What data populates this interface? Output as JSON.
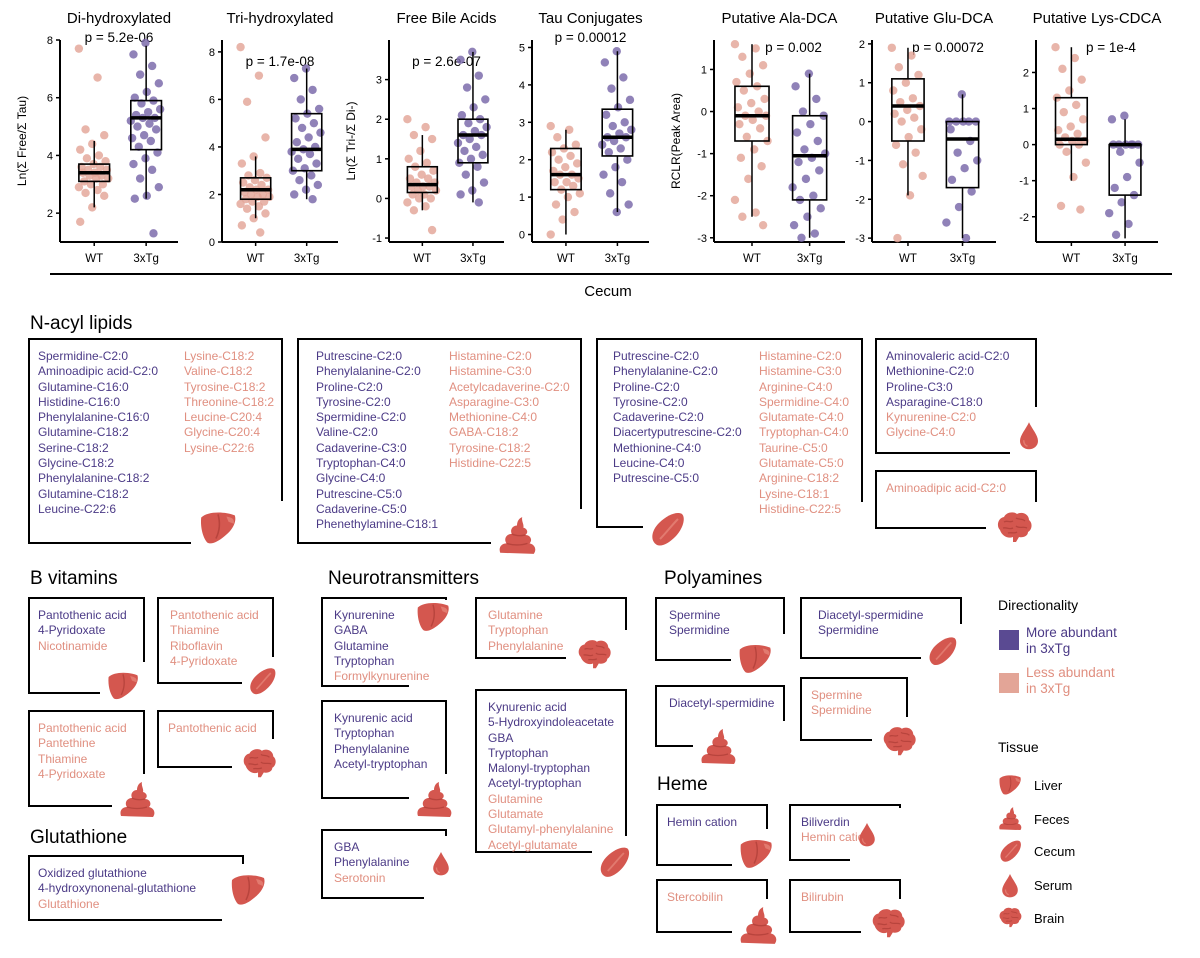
{
  "colors": {
    "more_abundant": "#5a4a92",
    "less_abundant": "#e3a597",
    "wt_point": "#e3a597",
    "tg_point": "#7767a8",
    "icon": "#d4574f"
  },
  "cecum_label": "Cecum",
  "chart_data": [
    {
      "type": "scatter",
      "title": "Di-hydroxylated",
      "pvalue": "p = 5.2e-06",
      "ylabel": "Ln(Σ Free/Σ Tau)",
      "categories": [
        "WT",
        "3xTg"
      ],
      "ylim": [
        1,
        8
      ],
      "yticks": [
        2,
        4,
        6,
        8
      ],
      "box": [
        {
          "q1": 3.1,
          "median": 3.4,
          "q3": 3.7,
          "wlo": 2.2,
          "whi": 4.5
        },
        {
          "q1": 4.2,
          "median": 5.3,
          "q3": 5.9,
          "wlo": 2.5,
          "whi": 7.8
        }
      ],
      "points": [
        [
          7.7,
          6.7,
          4.9,
          4.7,
          4.4,
          4.2,
          4.0,
          3.9,
          3.8,
          3.7,
          3.6,
          3.6,
          3.5,
          3.5,
          3.4,
          3.4,
          3.3,
          3.3,
          3.2,
          3.2,
          3.1,
          3.0,
          3.0,
          2.9,
          2.8,
          2.7,
          2.6,
          2.2,
          1.7
        ],
        [
          7.9,
          7.5,
          7.1,
          6.8,
          6.5,
          6.2,
          6.0,
          5.9,
          5.8,
          5.6,
          5.5,
          5.4,
          5.3,
          5.3,
          5.2,
          5.1,
          5.0,
          4.9,
          4.7,
          4.6,
          4.5,
          4.3,
          4.1,
          3.9,
          3.7,
          3.5,
          3.2,
          2.9,
          2.6,
          2.5,
          1.3
        ]
      ]
    },
    {
      "type": "scatter",
      "title": "Tri-hydroxylated",
      "pvalue": "p = 1.7e-08",
      "ylabel": "",
      "categories": [
        "WT",
        "3xTg"
      ],
      "ylim": [
        0,
        8.5
      ],
      "yticks": [
        0,
        2,
        4,
        6,
        8
      ],
      "box": [
        {
          "q1": 1.8,
          "median": 2.2,
          "q3": 2.7,
          "wlo": 1.0,
          "whi": 3.6
        },
        {
          "q1": 3.0,
          "median": 3.9,
          "q3": 5.4,
          "wlo": 1.8,
          "whi": 7.3
        }
      ],
      "points": [
        [
          8.2,
          7.0,
          5.9,
          4.4,
          3.6,
          3.3,
          2.9,
          2.8,
          2.7,
          2.6,
          2.5,
          2.4,
          2.3,
          2.2,
          2.2,
          2.1,
          2.0,
          2.0,
          1.9,
          1.9,
          1.8,
          1.7,
          1.7,
          1.6,
          1.5,
          1.4,
          1.2,
          1.0,
          0.7,
          0.4
        ],
        [
          7.3,
          6.9,
          6.4,
          6.0,
          5.6,
          5.4,
          5.2,
          5.0,
          4.8,
          4.6,
          4.4,
          4.2,
          4.0,
          3.9,
          3.8,
          3.7,
          3.5,
          3.3,
          3.1,
          3.0,
          2.8,
          2.6,
          2.4,
          2.2,
          2.0,
          1.8
        ]
      ]
    },
    {
      "type": "scatter",
      "title": "Free Bile Acids",
      "pvalue": "p = 2.6e-07",
      "ylabel": "Ln(Σ Tri-/Σ Di-)",
      "categories": [
        "WT",
        "3xTg"
      ],
      "ylim": [
        -1.1,
        4
      ],
      "yticks": [
        -1,
        0,
        1,
        2,
        3
      ],
      "box": [
        {
          "q1": 0.15,
          "median": 0.35,
          "q3": 0.8,
          "wlo": -0.3,
          "whi": 1.6
        },
        {
          "q1": 0.9,
          "median": 1.6,
          "q3": 2.0,
          "wlo": -0.1,
          "whi": 3.7
        }
      ],
      "points": [
        [
          2.0,
          1.8,
          1.6,
          1.5,
          1.2,
          1.0,
          0.9,
          0.8,
          0.7,
          0.6,
          0.5,
          0.5,
          0.4,
          0.4,
          0.3,
          0.3,
          0.3,
          0.2,
          0.2,
          0.1,
          0.1,
          0.0,
          0.0,
          -0.1,
          -0.2,
          -0.3,
          -0.8
        ],
        [
          3.7,
          3.5,
          3.1,
          2.8,
          2.5,
          2.3,
          2.1,
          2.0,
          1.9,
          1.8,
          1.7,
          1.6,
          1.6,
          1.5,
          1.4,
          1.3,
          1.2,
          1.1,
          1.0,
          0.9,
          0.8,
          0.6,
          0.4,
          0.2,
          0.1,
          -0.1
        ]
      ]
    },
    {
      "type": "scatter",
      "title": "Tau Conjugates",
      "pvalue": "p = 0.00012",
      "ylabel": "",
      "categories": [
        "WT",
        "3xTg"
      ],
      "ylim": [
        -0.2,
        5.2
      ],
      "yticks": [
        0,
        1,
        2,
        3,
        4,
        5
      ],
      "box": [
        {
          "q1": 1.2,
          "median": 1.6,
          "q3": 2.3,
          "wlo": 0.0,
          "whi": 2.8
        },
        {
          "q1": 2.1,
          "median": 2.6,
          "q3": 3.35,
          "wlo": 0.6,
          "whi": 4.9
        }
      ],
      "points": [
        [
          2.9,
          2.8,
          2.6,
          2.4,
          2.3,
          2.2,
          2.1,
          2.0,
          1.9,
          1.8,
          1.7,
          1.6,
          1.6,
          1.5,
          1.4,
          1.4,
          1.3,
          1.2,
          1.1,
          1.0,
          0.8,
          0.6,
          0.4,
          0.0
        ],
        [
          4.9,
          4.6,
          4.2,
          3.9,
          3.6,
          3.4,
          3.2,
          3.0,
          2.9,
          2.8,
          2.7,
          2.6,
          2.6,
          2.5,
          2.4,
          2.3,
          2.2,
          2.0,
          1.8,
          1.6,
          1.4,
          1.1,
          0.8,
          0.6
        ]
      ]
    },
    {
      "type": "scatter",
      "title": "Putative Ala-DCA",
      "pvalue": "p = 0.002",
      "ylabel": "RCLR(Peak Area)",
      "categories": [
        "WT",
        "3xTg"
      ],
      "ylim": [
        -3.1,
        1.7
      ],
      "yticks": [
        -3,
        -2,
        -1,
        0,
        1
      ],
      "box": [
        {
          "q1": -0.7,
          "median": -0.1,
          "q3": 0.6,
          "wlo": -2.5,
          "whi": 1.6
        },
        {
          "q1": -2.1,
          "median": -1.05,
          "q3": -0.1,
          "wlo": -3.0,
          "whi": 0.9
        }
      ],
      "points": [
        [
          1.6,
          1.5,
          1.3,
          1.1,
          0.9,
          0.7,
          0.6,
          0.5,
          0.3,
          0.2,
          0.1,
          0.0,
          -0.1,
          -0.1,
          -0.2,
          -0.3,
          -0.4,
          -0.6,
          -0.7,
          -0.9,
          -1.1,
          -1.3,
          -1.6,
          -2.1,
          -2.4,
          -2.5,
          -2.7
        ],
        [
          0.9,
          0.6,
          0.3,
          0.0,
          -0.1,
          -0.3,
          -0.5,
          -0.7,
          -0.9,
          -1.0,
          -1.1,
          -1.2,
          -1.4,
          -1.6,
          -1.8,
          -2.0,
          -2.1,
          -2.3,
          -2.5,
          -2.7,
          -2.9,
          -3.0
        ]
      ]
    },
    {
      "type": "scatter",
      "title": "Putative Glu-DCA",
      "pvalue": "p = 0.00072",
      "ylabel": "",
      "categories": [
        "WT",
        "3xTg"
      ],
      "ylim": [
        -3.1,
        2.1
      ],
      "yticks": [
        -3,
        -2,
        -1,
        0,
        1,
        2
      ],
      "box": [
        {
          "q1": -0.5,
          "median": 0.4,
          "q3": 1.1,
          "wlo": -1.9,
          "whi": 1.9
        },
        {
          "q1": -1.7,
          "median": -0.45,
          "q3": 0.0,
          "wlo": -3.0,
          "whi": 0.7
        }
      ],
      "points": [
        [
          1.9,
          1.7,
          1.4,
          1.2,
          1.0,
          0.8,
          0.6,
          0.5,
          0.4,
          0.3,
          0.2,
          0.1,
          0.0,
          -0.2,
          -0.4,
          -0.6,
          -0.8,
          -1.1,
          -1.4,
          -1.9,
          -3.0
        ],
        [
          0.7,
          0.0,
          0.0,
          0.0,
          0.0,
          0.0,
          -0.2,
          -0.5,
          -0.8,
          -1.0,
          -1.2,
          -1.5,
          -1.8,
          -2.2,
          -2.6,
          -3.0
        ]
      ]
    },
    {
      "type": "scatter",
      "title": "Putative Lys-CDCA",
      "pvalue": "p = 1e-4",
      "ylabel": "",
      "categories": [
        "WT",
        "3xTg"
      ],
      "ylim": [
        -2.7,
        2.9
      ],
      "yticks": [
        -2,
        -1,
        0,
        1,
        2
      ],
      "box": [
        {
          "q1": 0.0,
          "median": 0.15,
          "q3": 1.3,
          "wlo": -1.0,
          "whi": 2.7
        },
        {
          "q1": -1.4,
          "median": 0.0,
          "q3": 0.0,
          "wlo": -2.6,
          "whi": 0.7
        }
      ],
      "points": [
        [
          2.7,
          2.4,
          2.1,
          1.8,
          1.5,
          1.3,
          1.1,
          0.9,
          0.7,
          0.5,
          0.4,
          0.3,
          0.2,
          0.1,
          0.1,
          0.0,
          0.0,
          -0.2,
          -0.5,
          -0.9,
          -1.7,
          -1.8
        ],
        [
          0.8,
          0.7,
          0.0,
          0.0,
          0.0,
          0.0,
          0.0,
          0.0,
          -0.2,
          -0.5,
          -0.9,
          -1.2,
          -1.4,
          -1.6,
          -1.9,
          -2.2,
          -2.5
        ]
      ]
    }
  ],
  "sections": {
    "nacyl": "N-acyl lipids",
    "bvit": "B vitamins",
    "glut": "Glutathione",
    "neuro": "Neurotransmitters",
    "poly": "Polyamines",
    "heme": "Heme"
  },
  "lists": {
    "n1a": [
      [
        "up",
        "Spermidine-C2:0"
      ],
      [
        "up",
        "Aminoadipic acid-C2:0"
      ],
      [
        "up",
        "Glutamine-C16:0"
      ],
      [
        "up",
        "Histidine-C16:0"
      ],
      [
        "up",
        "Phenylalanine-C16:0"
      ],
      [
        "up",
        "Glutamine-C18:2"
      ],
      [
        "up",
        "Serine-C18:2"
      ],
      [
        "up",
        "Glycine-C18:2"
      ],
      [
        "up",
        "Phenylalanine-C18:2"
      ],
      [
        "up",
        "Glutamine-C18:2"
      ],
      [
        "up",
        "Leucine-C22:6"
      ]
    ],
    "n1b": [
      [
        "down",
        "Lysine-C18:2"
      ],
      [
        "down",
        "Valine-C18:2"
      ],
      [
        "down",
        "Tyrosine-C18:2"
      ],
      [
        "down",
        "Threonine-C18:2"
      ],
      [
        "down",
        "Leucine-C20:4"
      ],
      [
        "down",
        "Glycine-C20:4"
      ],
      [
        "down",
        "Lysine-C22:6"
      ]
    ],
    "n2a": [
      [
        "up",
        "Putrescine-C2:0"
      ],
      [
        "up",
        "Phenylalanine-C2:0"
      ],
      [
        "up",
        "Proline-C2:0"
      ],
      [
        "up",
        "Tyrosine-C2:0"
      ],
      [
        "up",
        "Spermidine-C2:0"
      ],
      [
        "up",
        "Valine-C2:0"
      ],
      [
        "up",
        "Cadaverine-C3:0"
      ],
      [
        "up",
        "Tryptophan-C4:0"
      ],
      [
        "up",
        "Glycine-C4:0"
      ],
      [
        "up",
        "Putrescine-C5:0"
      ],
      [
        "up",
        "Cadaverine-C5:0"
      ],
      [
        "up",
        "Phenethylamine-C18:1"
      ]
    ],
    "n2b": [
      [
        "down",
        "Histamine-C2:0"
      ],
      [
        "down",
        "Histamine-C3:0"
      ],
      [
        "down",
        "Acetylcadaverine-C2:0"
      ],
      [
        "down",
        "Asparagine-C3:0"
      ],
      [
        "down",
        "Methionine-C4:0"
      ],
      [
        "down",
        "GABA-C18:2"
      ],
      [
        "down",
        "Tyrosine-C18:2"
      ],
      [
        "down",
        "Histidine-C22:5"
      ]
    ],
    "n3a": [
      [
        "up",
        "Putrescine-C2:0"
      ],
      [
        "up",
        "Phenylalanine-C2:0"
      ],
      [
        "up",
        "Proline-C2:0"
      ],
      [
        "up",
        "Tyrosine-C2:0"
      ],
      [
        "up",
        "Cadaverine-C2:0"
      ],
      [
        "up",
        "Diacertyputrescine-C2:0"
      ],
      [
        "up",
        "Methionine-C4:0"
      ],
      [
        "up",
        "Leucine-C4:0"
      ],
      [
        "up",
        "Putrescine-C5:0"
      ]
    ],
    "n3b": [
      [
        "down",
        "Histamine-C2:0"
      ],
      [
        "down",
        "Histamine-C3:0"
      ],
      [
        "down",
        "Arginine-C4:0"
      ],
      [
        "down",
        "Spermidine-C4:0"
      ],
      [
        "down",
        "Glutamate-C4:0"
      ],
      [
        "down",
        "Tryptophan-C4:0"
      ],
      [
        "down",
        "Taurine-C5:0"
      ],
      [
        "down",
        "Glutamate-C5:0"
      ],
      [
        "down",
        "Arginine-C18:2"
      ],
      [
        "down",
        "Lysine-C18:1"
      ],
      [
        "down",
        "Histidine-C22:5"
      ]
    ],
    "n4": [
      [
        "up",
        "Aminovaleric acid-C2:0"
      ],
      [
        "up",
        "Methionine-C2:0"
      ],
      [
        "up",
        "Proline-C3:0"
      ],
      [
        "up",
        "Asparagine-C18:0"
      ],
      [
        "down",
        "Kynurenine-C2:0"
      ],
      [
        "down",
        "Glycine-C4:0"
      ]
    ],
    "n5": [
      [
        "down",
        "Aminoadipic acid-C2:0"
      ]
    ],
    "b1": [
      [
        "up",
        "Pantothenic acid"
      ],
      [
        "up",
        "4-Pyridoxate"
      ],
      [
        "down",
        "Nicotinamide"
      ]
    ],
    "b2": [
      [
        "down",
        "Pantothenic acid"
      ],
      [
        "down",
        "Thiamine"
      ],
      [
        "down",
        "Riboflavin"
      ],
      [
        "down",
        "4-Pyridoxate"
      ]
    ],
    "b3": [
      [
        "down",
        "Pantothenic acid"
      ],
      [
        "down",
        "Pantethine"
      ],
      [
        "down",
        "Thiamine"
      ],
      [
        "down",
        "4-Pyridoxate"
      ]
    ],
    "b4": [
      [
        "down",
        "Pantothenic acid"
      ]
    ],
    "g1": [
      [
        "up",
        "Oxidized glutathione"
      ],
      [
        "up",
        "4-hydroxynonenal-glutathione"
      ],
      [
        "down",
        "Glutathione"
      ]
    ],
    "t1": [
      [
        "up",
        "Kynurenine"
      ],
      [
        "up",
        "GABA"
      ],
      [
        "up",
        "Glutamine"
      ],
      [
        "up",
        "Tryptophan"
      ],
      [
        "down",
        "Formylkynurenine"
      ]
    ],
    "t2": [
      [
        "up",
        "Kynurenic acid"
      ],
      [
        "up",
        "Tryptophan"
      ],
      [
        "up",
        "Phenylalanine"
      ],
      [
        "up",
        "Acetyl-tryptophan"
      ]
    ],
    "t3": [
      [
        "up",
        "GBA"
      ],
      [
        "up",
        "Phenylalanine"
      ],
      [
        "down",
        "Serotonin"
      ]
    ],
    "t4": [
      [
        "down",
        "Glutamine"
      ],
      [
        "down",
        "Tryptophan"
      ],
      [
        "down",
        "Phenylalanine"
      ]
    ],
    "t5": [
      [
        "up",
        "Kynurenic acid"
      ],
      [
        "up",
        "5-Hydroxyindoleacetate"
      ],
      [
        "up",
        "GBA"
      ],
      [
        "up",
        "Tryptophan"
      ],
      [
        "up",
        "Malonyl-tryptophan"
      ],
      [
        "up",
        "Acetyl-tryptophan"
      ],
      [
        "down",
        "Glutamine"
      ],
      [
        "down",
        "Glutamate"
      ],
      [
        "down",
        "Glutamyl-phenylalanine"
      ],
      [
        "down",
        "Acetyl-glutamate"
      ]
    ],
    "p1": [
      [
        "up",
        "Spermine"
      ],
      [
        "up",
        "Spermidine"
      ]
    ],
    "p2": [
      [
        "up",
        "Diacetyl-spermidine"
      ],
      [
        "up",
        "Spermidine"
      ]
    ],
    "p3": [
      [
        "up",
        "Diacetyl-spermidine"
      ]
    ],
    "p4": [
      [
        "down",
        "Spermine"
      ],
      [
        "down",
        "Spermidine"
      ]
    ],
    "h1": [
      [
        "up",
        "Hemin cation"
      ]
    ],
    "h2": [
      [
        "up",
        "Biliverdin"
      ],
      [
        "down",
        "Hemin cation"
      ]
    ],
    "h3": [
      [
        "down",
        "Stercobilin"
      ]
    ],
    "h4": [
      [
        "down",
        "Bilirubin"
      ]
    ]
  },
  "legend": {
    "directionality_title": "Directionality",
    "more_label": [
      "More abundant",
      "in 3xTg"
    ],
    "less_label": [
      "Less abundant",
      "in 3xTg"
    ],
    "tissue_title": "Tissue",
    "tissues": [
      {
        "icon": "liver-icon",
        "label": "Liver"
      },
      {
        "icon": "feces-icon",
        "label": "Feces"
      },
      {
        "icon": "cecum-icon",
        "label": "Cecum"
      },
      {
        "icon": "serum-icon",
        "label": "Serum"
      },
      {
        "icon": "brain-icon",
        "label": "Brain"
      }
    ]
  }
}
